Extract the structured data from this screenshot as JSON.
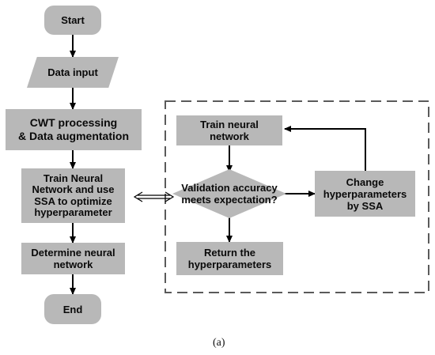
{
  "nodes": {
    "start": "Start",
    "data_input": "Data input",
    "cwt": "CWT processing\n& Data augmentation",
    "train_ssa": "Train Neural\nNetwork and use\nSSA to optimize\nhyperparameter",
    "determine": "Determine neural\nnetwork",
    "end": "End",
    "train_nn": "Train neural\nnetwork",
    "validation": "Validation accuracy\nmeets expectation?",
    "change": "Change\nhyperparameters\nby SSA",
    "return": "Return the\nhyperparameters"
  },
  "caption": "(a)",
  "colors": {
    "box": "#b8b8b8",
    "arrow": "#000000",
    "dashed_border": "#5a5a5a"
  }
}
